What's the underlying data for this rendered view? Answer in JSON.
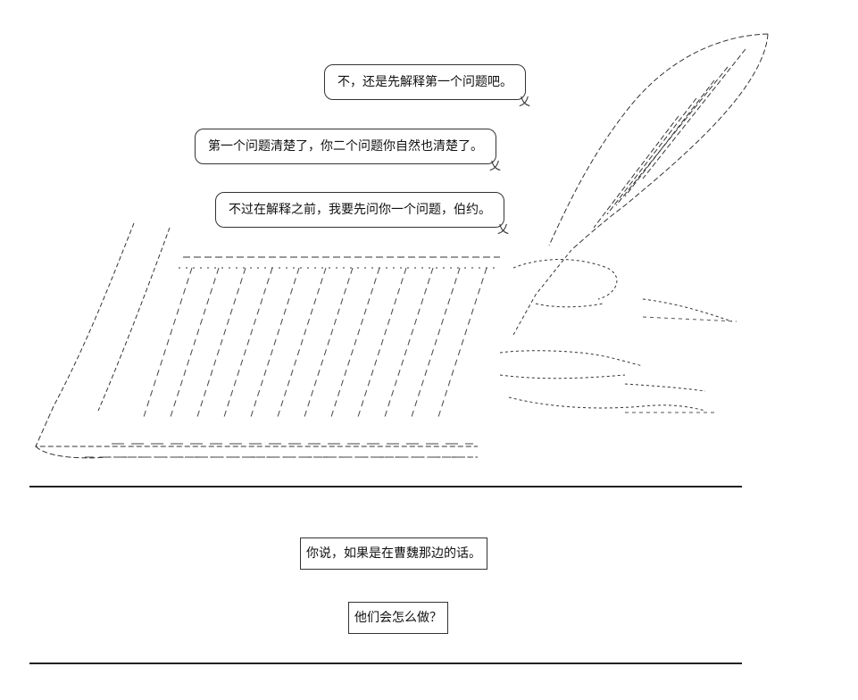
{
  "dialogue": {
    "bubble_1": "不，还是先解释第一个问题吧。",
    "bubble_2": "第一个问题清楚了，你二个问题你自然也清楚了。",
    "bubble_3": "不过在解释之前，我要先问你一个问题，伯约。",
    "box_1": "你说，如果是在曹魏那边的话。",
    "box_2": "他们会怎么做？"
  },
  "colors": {
    "ink": "#111111",
    "line": "#222222",
    "paper": "#ffffff"
  }
}
